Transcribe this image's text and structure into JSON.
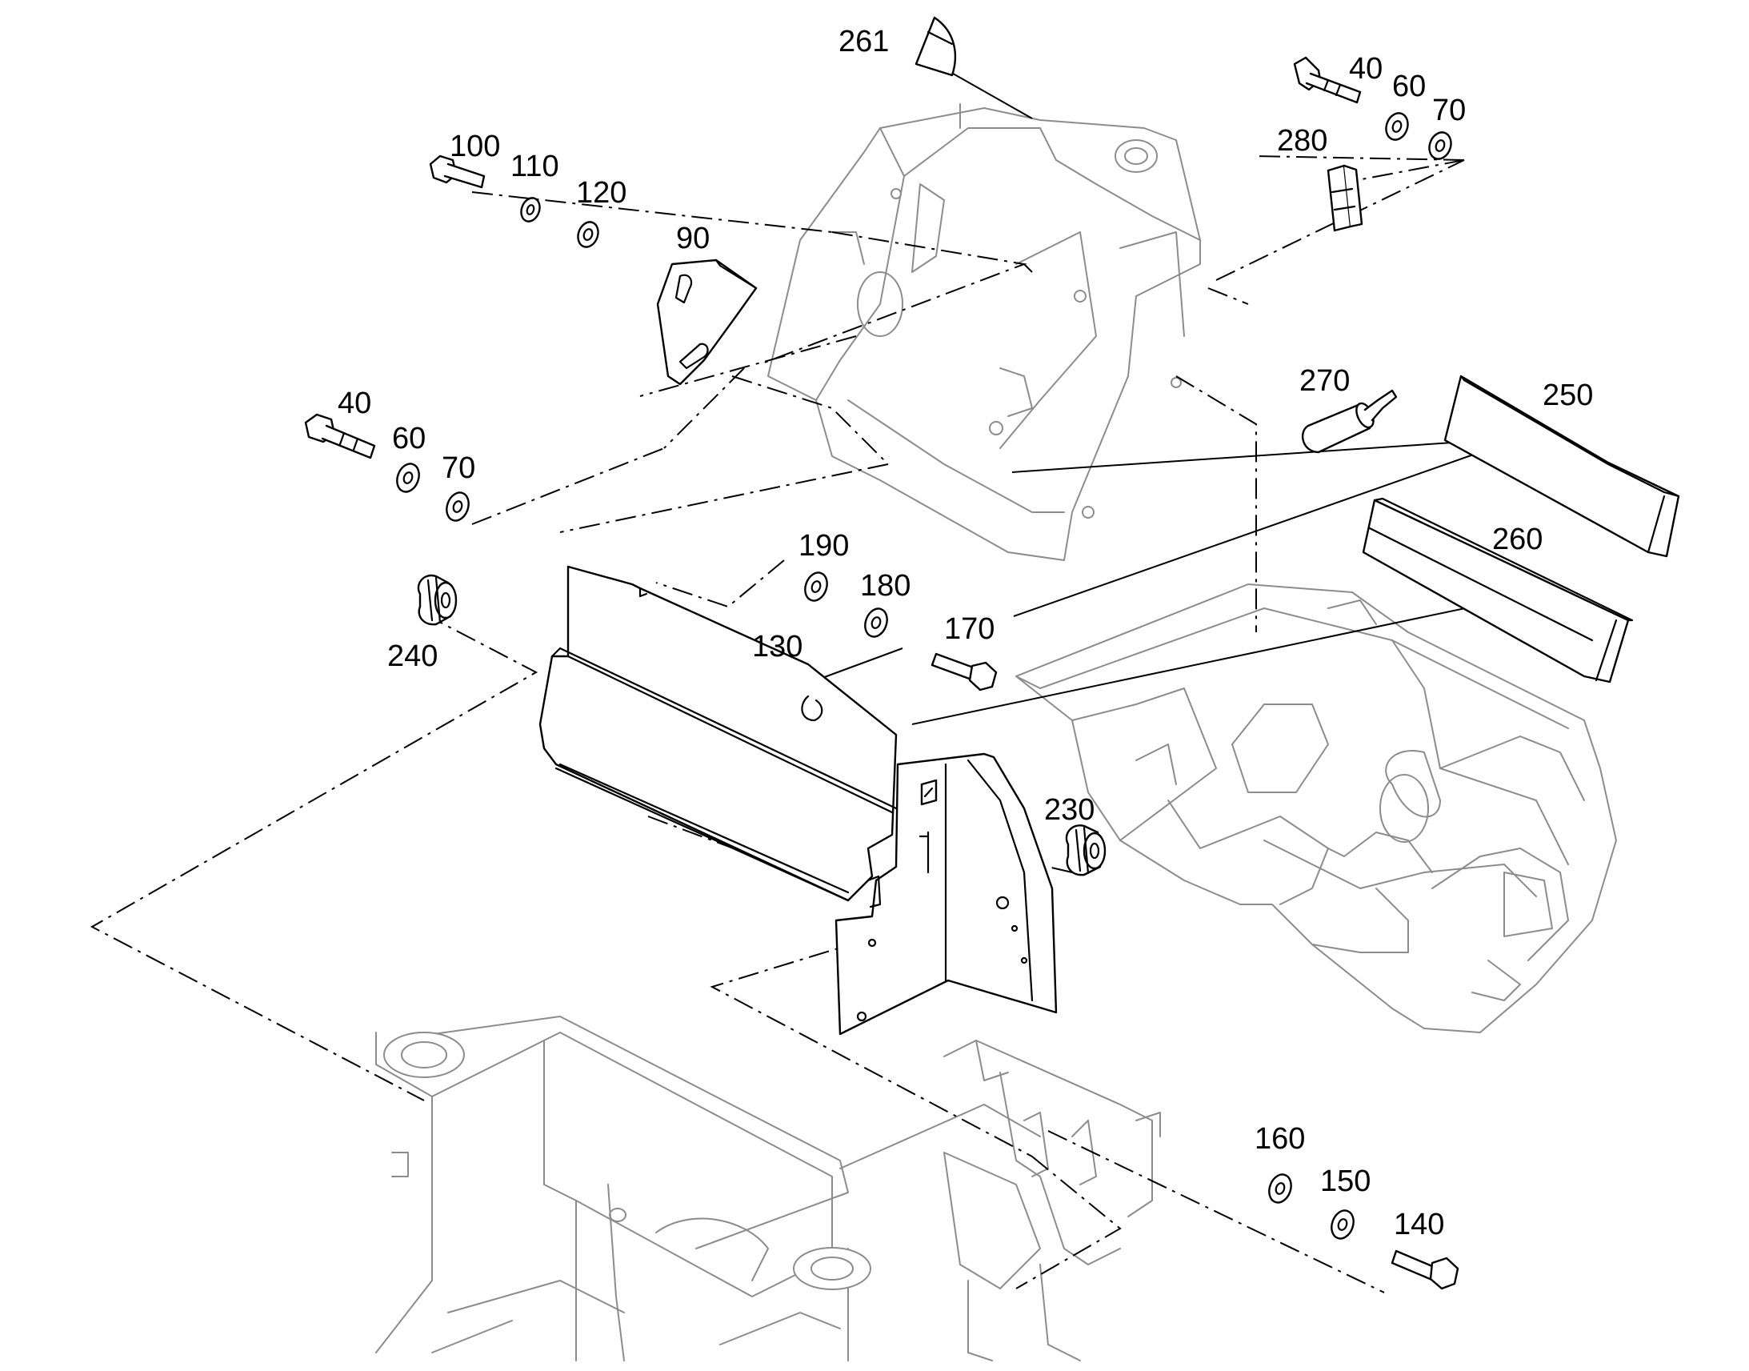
{
  "diagram": {
    "callouts": [
      {
        "id": "c-261",
        "text": "261"
      },
      {
        "id": "c-40-top",
        "text": "40"
      },
      {
        "id": "c-60-top",
        "text": "60"
      },
      {
        "id": "c-70-top",
        "text": "70"
      },
      {
        "id": "c-280",
        "text": "280"
      },
      {
        "id": "c-100",
        "text": "100"
      },
      {
        "id": "c-110",
        "text": "110"
      },
      {
        "id": "c-120",
        "text": "120"
      },
      {
        "id": "c-90",
        "text": "90"
      },
      {
        "id": "c-270",
        "text": "270"
      },
      {
        "id": "c-250",
        "text": "250"
      },
      {
        "id": "c-40-left",
        "text": "40"
      },
      {
        "id": "c-60-left",
        "text": "60"
      },
      {
        "id": "c-70-left",
        "text": "70"
      },
      {
        "id": "c-260",
        "text": "260"
      },
      {
        "id": "c-190",
        "text": "190"
      },
      {
        "id": "c-180",
        "text": "180"
      },
      {
        "id": "c-170",
        "text": "170"
      },
      {
        "id": "c-130",
        "text": "130"
      },
      {
        "id": "c-240",
        "text": "240"
      },
      {
        "id": "c-230",
        "text": "230"
      },
      {
        "id": "c-160",
        "text": "160"
      },
      {
        "id": "c-150",
        "text": "150"
      },
      {
        "id": "c-140",
        "text": "140"
      }
    ]
  }
}
